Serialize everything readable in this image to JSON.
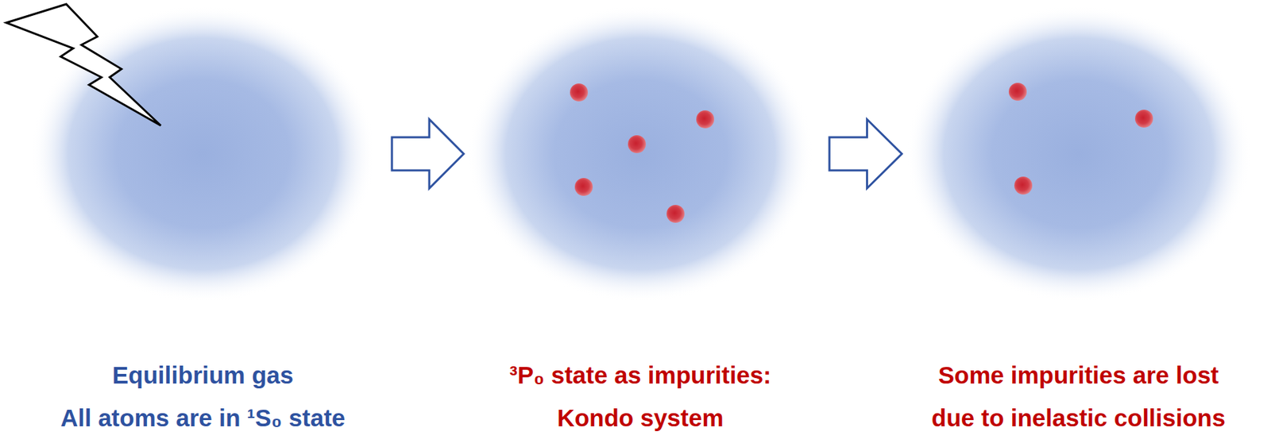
{
  "diagram": {
    "nodes": [
      {
        "text": [
          "Equilibrium gas",
          "All atoms are in ¹S₀ state"
        ]
      },
      {
        "text": [
          "³P₀ state as impurities:",
          "Kondo system"
        ]
      },
      {
        "text": [
          "Some impurities are lost",
          "due to inelastic collisions"
        ]
      }
    ],
    "edges": [
      {
        "from": 0,
        "to": 1,
        "arrow": "to"
      },
      {
        "from": 1,
        "to": 2,
        "arrow": "to"
      }
    ]
  }
}
